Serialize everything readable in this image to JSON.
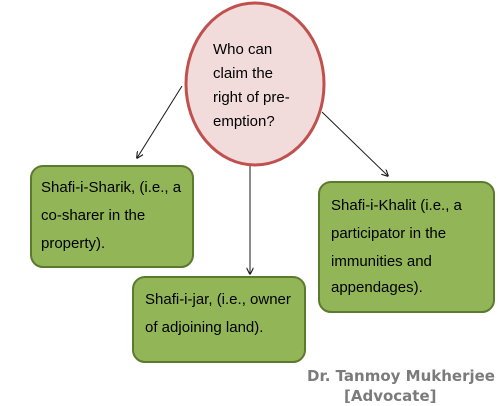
{
  "colors": {
    "question_fill": "#f2dcdb",
    "question_stroke": "#c0504d",
    "box_fill": "#92b557",
    "box_stroke": "#5b7a2e",
    "arrow": "#1a1a1a",
    "credit_text": "#7b7b7b"
  },
  "question": {
    "lines": [
      "Who can",
      "claim the",
      "right of pre-",
      "emption?"
    ]
  },
  "boxes": {
    "sharik": {
      "lines": [
        "Shafi-i-Sharik, (i.e., a",
        "co-sharer in the",
        "property)."
      ]
    },
    "jar": {
      "lines": [
        "Shafi-i-jar, (i.e., owner",
        "of adjoining land)."
      ]
    },
    "khalit": {
      "lines": [
        "Shafi-i-Khalit (i.e., a",
        "participator in the",
        "immunities and",
        "appendages)."
      ]
    }
  },
  "credit": {
    "name": "Dr. Tanmoy Mukherjee",
    "role": "[Advocate]"
  }
}
